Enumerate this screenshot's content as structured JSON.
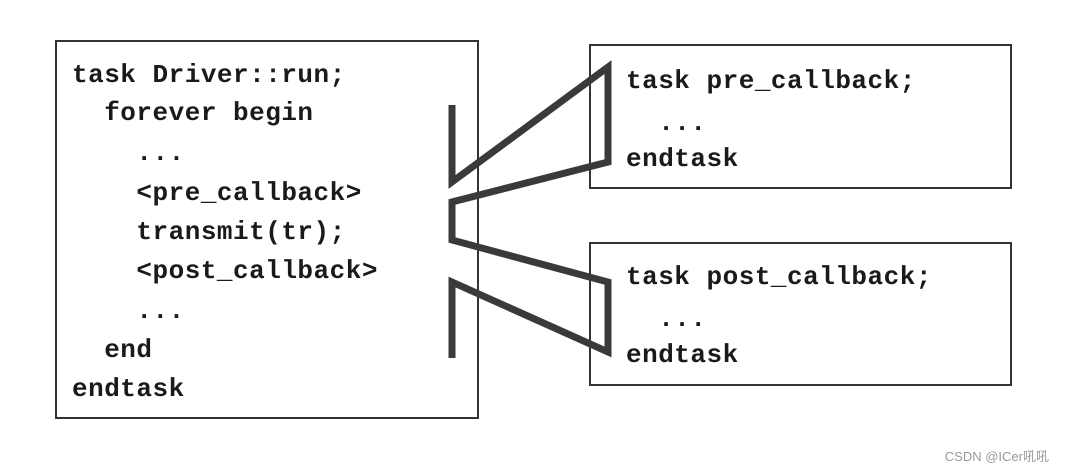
{
  "driver_task": {
    "lines": [
      "task Driver::run;",
      "  forever begin",
      "    ...",
      "    <pre_callback>",
      "    transmit(tr);",
      "    <post_callback>",
      "    ...",
      "  end",
      "endtask"
    ]
  },
  "pre_callback_task": {
    "lines": [
      "task pre_callback;",
      "  ...",
      "endtask"
    ]
  },
  "post_callback_task": {
    "lines": [
      "task post_callback;",
      "  ...",
      "endtask"
    ]
  },
  "watermark": "CSDN @ICer吼吼",
  "colors": {
    "stroke": "#3a3a3a",
    "text": "#1a1a1a"
  }
}
